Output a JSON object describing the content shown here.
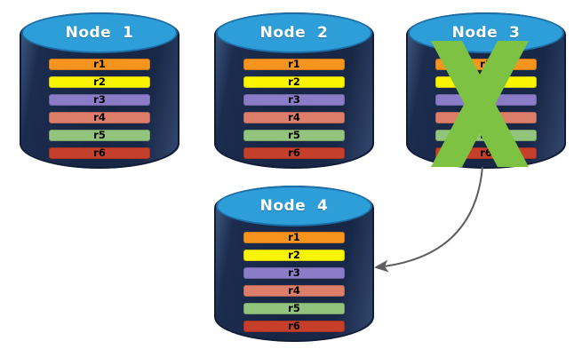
{
  "diagram": {
    "nodes": [
      {
        "label": "Node  1",
        "failed": false
      },
      {
        "label": "Node  2",
        "failed": false
      },
      {
        "label": "Node  3",
        "failed": true
      },
      {
        "label": "Node  4",
        "failed": false
      }
    ],
    "replicas": [
      {
        "label": "r1",
        "color": "#F7941E"
      },
      {
        "label": "r2",
        "color": "#FBF400"
      },
      {
        "label": "r3",
        "color": "#8A7CC6"
      },
      {
        "label": "r4",
        "color": "#DD7E6B"
      },
      {
        "label": "r5",
        "color": "#92C47D"
      },
      {
        "label": "r6",
        "color": "#C63F2B"
      }
    ],
    "colors": {
      "cylinder_body": "#1B2C4F",
      "cylinder_top": "#2E9ED8",
      "cylinder_top_border": "#1D6DA6",
      "node_title": "#FFFFFF",
      "bar_label": "#000000",
      "failure_x": "#7DC242",
      "arrow": "#5E5E5E"
    },
    "arrow": {
      "from": "Node  3",
      "to": "Node  4"
    }
  }
}
